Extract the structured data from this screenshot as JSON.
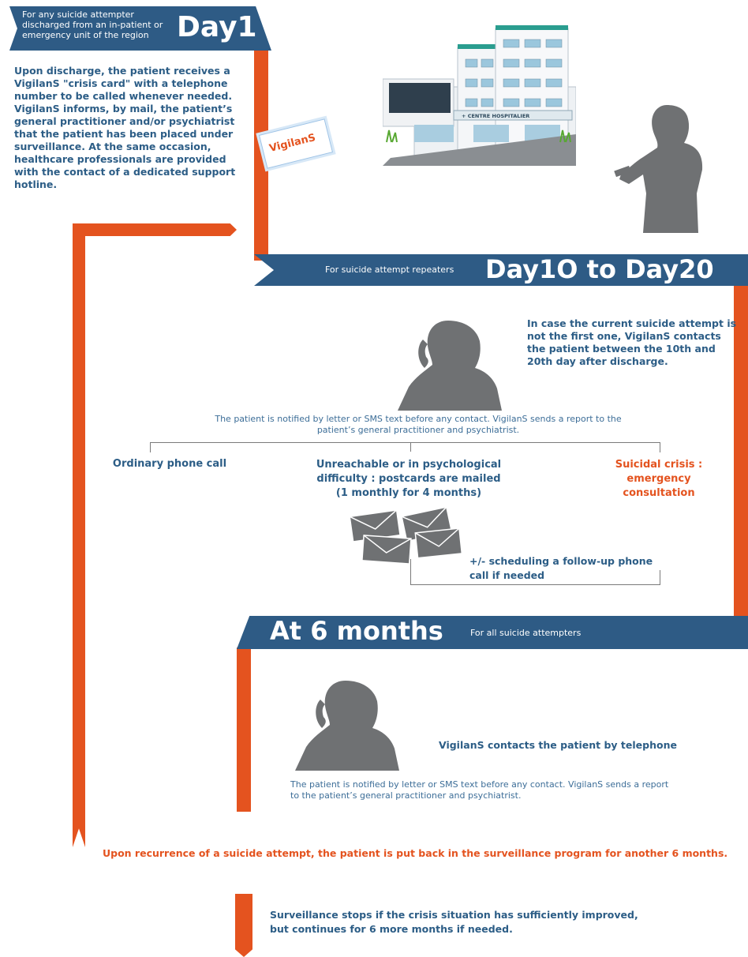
{
  "day1": {
    "subtitle": "For any suicide attempter discharged from an in-patient or emergency unit of the region",
    "title": "Day1",
    "body": "Upon discharge, the patient receives a VigilanS \"crisis card\" with a telephone number to be called whenever needed. VigilanS informs, by mail, the patient’s general practitioner and/or psychiatrist that the patient has been placed under surveillance. At the same occasion, healthcare professionals are provided with the contact of a dedicated support hotline.",
    "card_logo": "VigilanS",
    "hospital_sign": "CENTRE HOSPITALIER"
  },
  "day10": {
    "subtitle": "For suicide attempt repeaters",
    "title": "Day1O to Day20",
    "body": "In case the current suicide attempt is not the first one, VigilanS contacts the patient between the 10th and 20th day after discharge.",
    "note": "The patient is notified by letter or SMS text before any contact. VigilanS sends a report to the patient’s general practitioner and psychiatrist.",
    "branches": [
      {
        "label": "Ordinary phone call",
        "color": "#2c5d86"
      },
      {
        "label": "Unreachable or in psychological difficulty : postcards are mailed (1 monthly for 4 months)",
        "color": "#2c5d86"
      },
      {
        "label": "Suicidal crisis : emergency consultation",
        "color": "#e4531f"
      }
    ],
    "followup": "+/- scheduling a follow-up phone call if needed"
  },
  "month6": {
    "title": "At 6 months",
    "subtitle": "For all suicide attempters",
    "body": "VigilanS contacts the patient by telephone",
    "note": "The patient is notified by letter or SMS text before any contact. VigilanS sends a report to the patient’s general practitioner and psychiatrist."
  },
  "recurrence": "Upon recurrence of a suicide attempt, the patient is put back in the surveillance program for another 6 months.",
  "final": "Surveillance stops if the crisis situation has sufficiently improved, but continues for 6 more months if needed.",
  "colors": {
    "blue": "#2e5b85",
    "orange": "#e4531f",
    "gray": "#6f7173"
  }
}
